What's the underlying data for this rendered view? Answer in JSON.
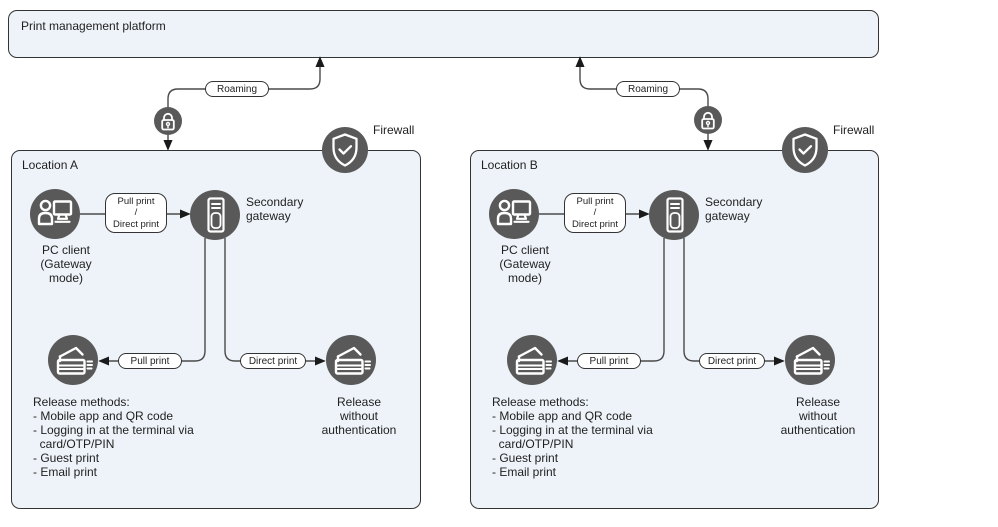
{
  "colors": {
    "canvas": "#ffffff",
    "box_fill": "#eef3f9",
    "box_border": "#333333",
    "circle_fill": "#595959",
    "line": "#4a4a4a",
    "arrow": "#1a1a1a",
    "pill_fill": "#ffffff",
    "pill_border": "#333333",
    "text": "#1f1f1f"
  },
  "platform": {
    "title": "Print management platform"
  },
  "firewall": {
    "label": "Firewall"
  },
  "connectors": {
    "roaming": "Roaming",
    "pull_direct": "Pull print\n/\nDirect print",
    "pull": "Pull print",
    "direct": "Direct print"
  },
  "icons": {
    "pc_client": "user-workstation-icon",
    "gateway": "server-icon",
    "printer": "printer-icon",
    "lock": "lock-icon",
    "firewall": "shield-check-icon"
  },
  "locations": [
    {
      "title": "Location A",
      "pc_client": "PC client\n(Gateway\nmode)",
      "gateway": "Secondary\ngateway",
      "release_methods": "Release methods:\n- Mobile app and QR code\n- Logging in at the terminal via\n  card/OTP/PIN\n- Guest print\n- Email print",
      "release_without": "Release\nwithout\nauthentication"
    },
    {
      "title": "Location B",
      "pc_client": "PC client\n(Gateway\nmode)",
      "gateway": "Secondary\ngateway",
      "release_methods": "Release methods:\n- Mobile app and QR code\n- Logging in at the terminal via\n  card/OTP/PIN\n- Guest print\n- Email print",
      "release_without": "Release\nwithout\nauthentication"
    }
  ]
}
